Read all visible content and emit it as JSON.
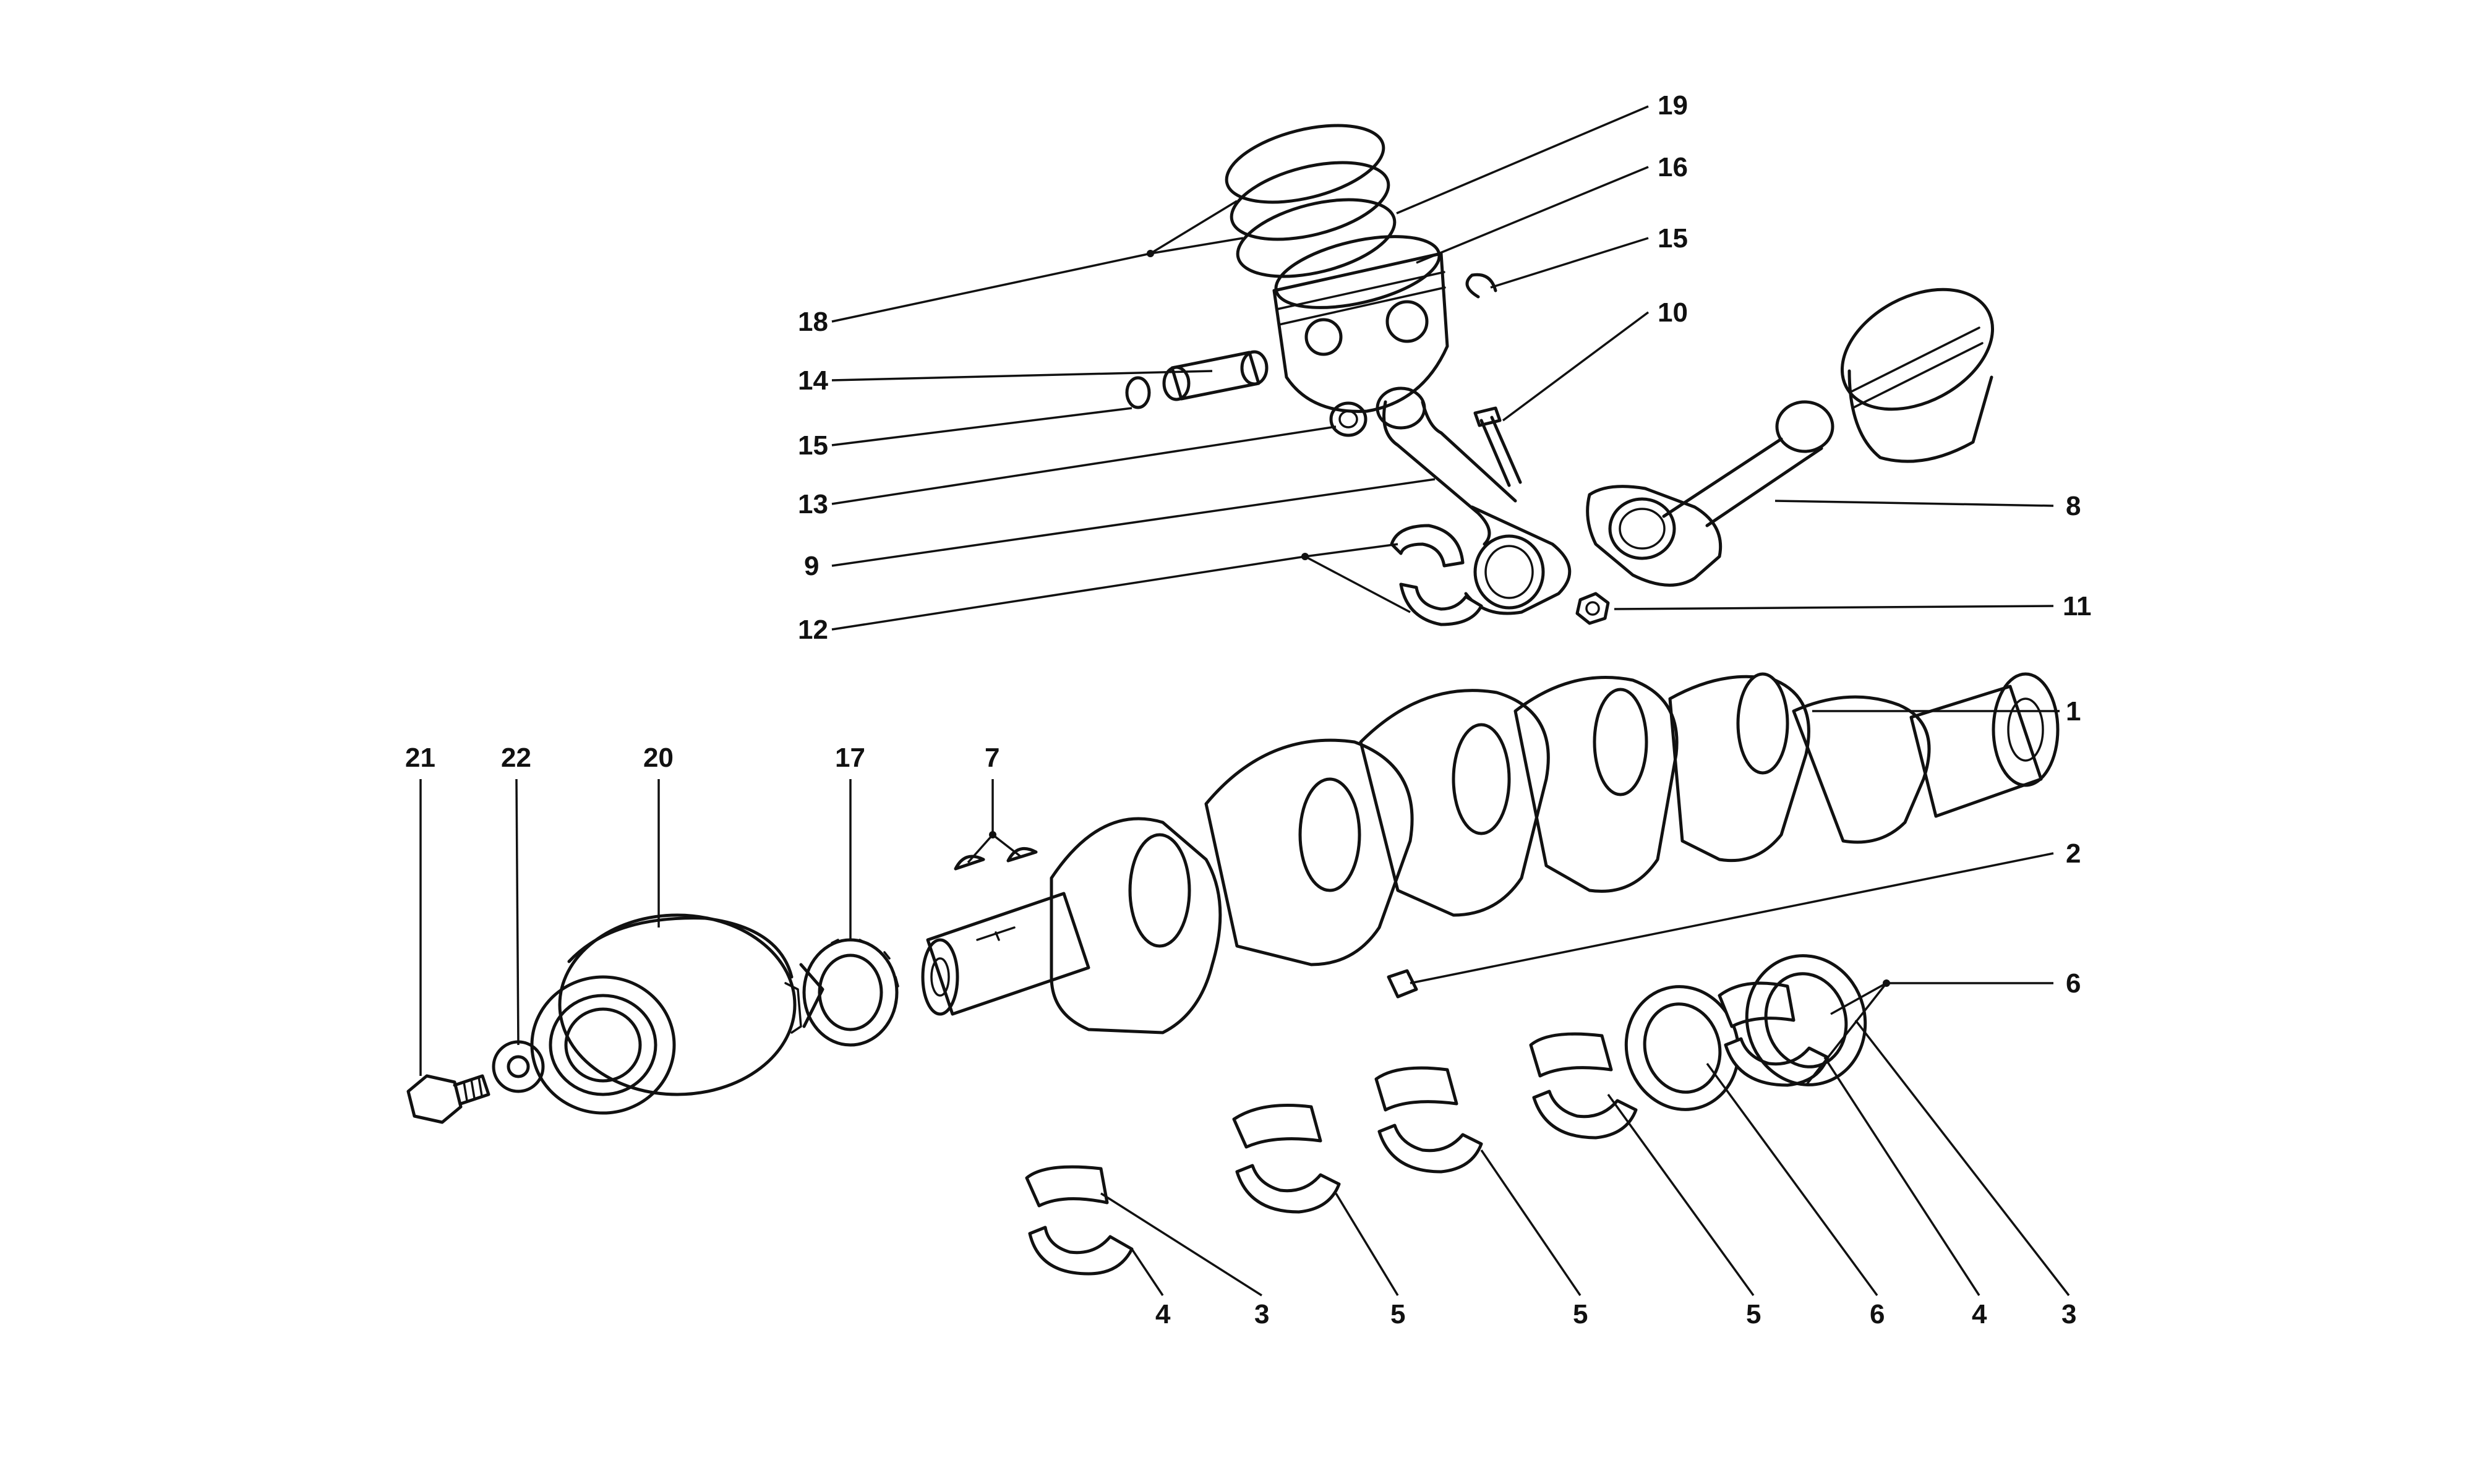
{
  "callouts": [
    "19",
    "16",
    "15",
    "10",
    "18",
    "14",
    "15",
    "13",
    "9",
    "12",
    "8",
    "11",
    "1",
    "21",
    "22",
    "20",
    "17",
    "7",
    "2",
    "6",
    "4",
    "3",
    "5",
    "5",
    "5",
    "6",
    "4",
    "3"
  ]
}
